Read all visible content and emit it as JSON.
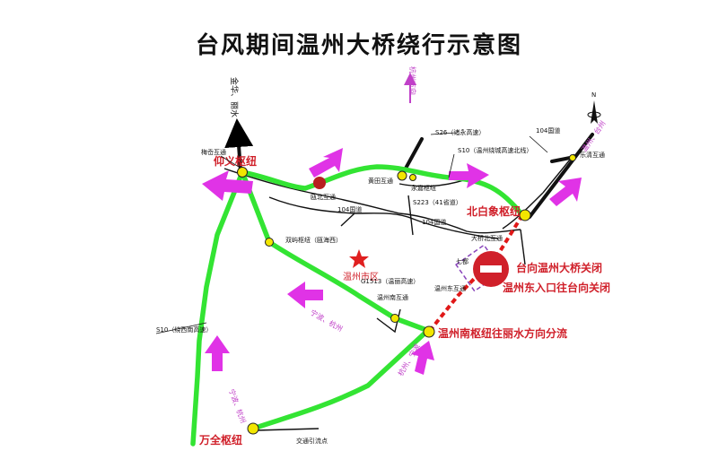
{
  "title": "台风期间温州大桥绕行示意图",
  "colors": {
    "green_route": "#33e433",
    "node_yellow": "#f2e600",
    "hub_label": "#d0202a",
    "arrow_magenta": "#e033e6",
    "direction_text": "#c040c8",
    "closure_red": "#d0202a",
    "detour_dash": "#e01818"
  },
  "hubs": {
    "yangyi": "仰义枢纽",
    "beibaixiang": "北白象枢纽",
    "wenzhounan": "温州南枢纽往丽水方向分流",
    "wanquan": "万全枢纽"
  },
  "notice": {
    "line1": "台向温州大桥关闭",
    "line2": "温州东入口往台向关闭"
  },
  "city": "温州市区",
  "directions": {
    "jinhua": "金华、丽水",
    "hangzhou": "杭州方向",
    "taizhou": "温州、台州",
    "ningbo_hz": "宁波、杭州",
    "wanquan_up": "宁波、杭州",
    "southeast_up": "杭州、宁波"
  },
  "labels": {
    "meiyu": "梅岙互通",
    "oubei": "瓯北互通",
    "huangtian": "黄田互通",
    "yongjia": "永嘉枢纽",
    "g104_a": "104国道",
    "g104_b": "104国道",
    "g104_c": "104国道",
    "s26": "S26（诸永高速）",
    "s10n": "S10（温州绕城高速北线）",
    "s223": "S223（41省道）",
    "yueqing": "乐清互通",
    "daqiaobei": "大桥北互通",
    "qidu": "七都",
    "shuangou": "双屿枢纽（瓯海西）",
    "g1513": "G1513（温丽高速）",
    "wenzhoudong": "温州东互通",
    "wenzhounan_ic": "温州南互通",
    "s10w": "S10（绕西南高速）",
    "jiaotong": "交通引流点",
    "north": "N"
  }
}
